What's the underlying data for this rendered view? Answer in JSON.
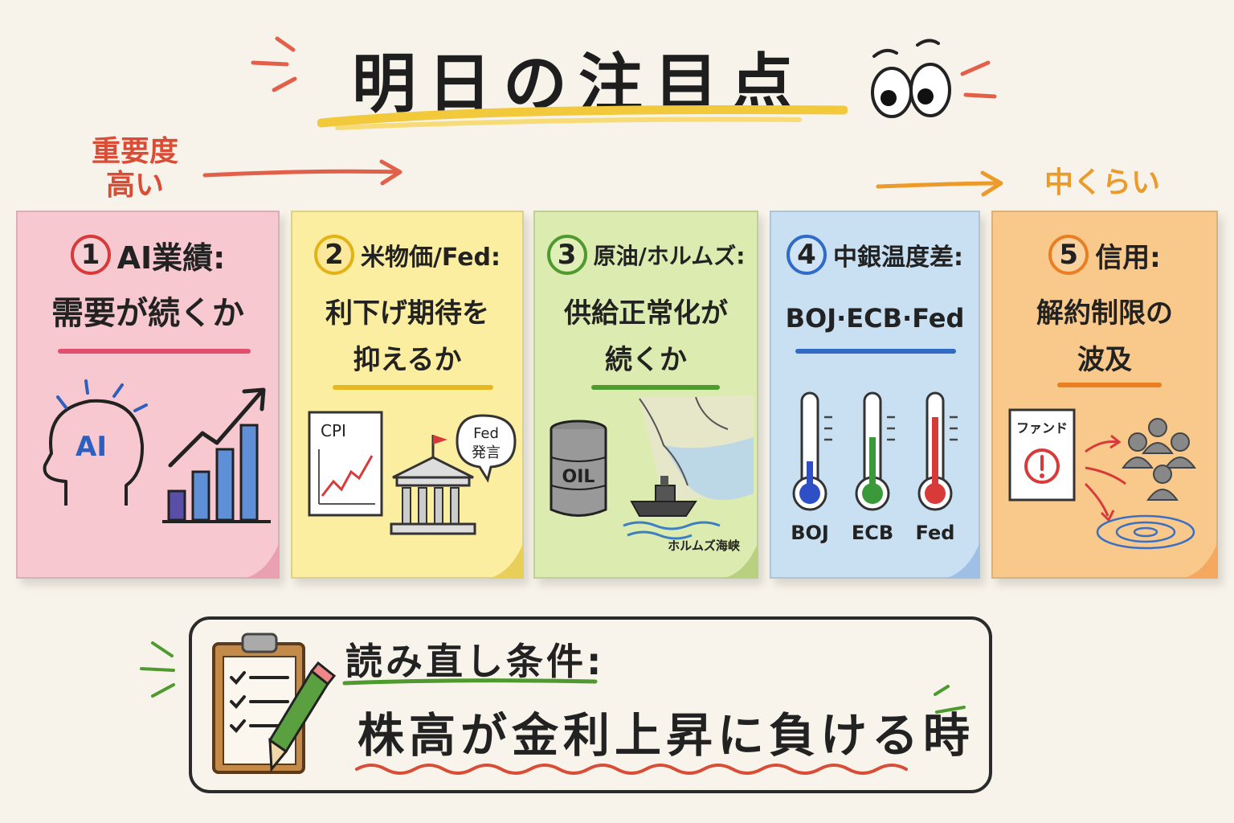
{
  "title": "明日の注目点",
  "importance": {
    "high": "重要度\n高い",
    "high_line1": "重要度",
    "high_line2": "高い",
    "medium": "中くらい"
  },
  "cards": [
    {
      "number": "1",
      "heading": "AI業績:",
      "sub_lines": [
        "需要が続くか"
      ],
      "illustration": {
        "head_label": "AI",
        "icons": [
          "ai-head-icon",
          "bar-chart-icon",
          "trend-arrow-icon"
        ]
      },
      "color": "#f7c8d0",
      "accent": "#d83a3a"
    },
    {
      "number": "2",
      "heading": "米物価/Fed:",
      "sub_lines": [
        "利下げ期待を",
        "抑えるか"
      ],
      "illustration": {
        "cpi_label": "CPI",
        "bubble_line1": "Fed",
        "bubble_line2": "発言",
        "icons": [
          "cpi-chart-icon",
          "central-bank-icon",
          "speech-bubble-icon"
        ]
      },
      "color": "#fbeea0",
      "accent": "#e3b316"
    },
    {
      "number": "3",
      "heading": "原油/ホルムズ:",
      "sub_lines": [
        "供給正常化が",
        "続くか"
      ],
      "illustration": {
        "barrel_label": "OIL",
        "map_label": "ホルムズ海峡",
        "icons": [
          "oil-barrel-icon",
          "tanker-ship-icon",
          "map-icon"
        ]
      },
      "color": "#dcebb0",
      "accent": "#4f9a2f"
    },
    {
      "number": "4",
      "heading": "中銀温度差:",
      "sub_lines": [
        "BOJ·ECB·Fed"
      ],
      "illustration": {
        "thermometers": [
          {
            "label": "BOJ",
            "level": 0.25,
            "color": "#2f4fc7"
          },
          {
            "label": "ECB",
            "level": 0.55,
            "color": "#3a9a3a"
          },
          {
            "label": "Fed",
            "level": 0.8,
            "color": "#d83a3a"
          }
        ]
      },
      "color": "#c9e0f3",
      "accent": "#2f6bc7"
    },
    {
      "number": "5",
      "heading": "信用:",
      "sub_lines": [
        "解約制限の",
        "波及"
      ],
      "illustration": {
        "doc_label": "ファンド",
        "icons": [
          "fund-document-icon",
          "warning-icon",
          "people-icon",
          "ripple-icon"
        ]
      },
      "color": "#f9c98c",
      "accent": "#ea7e22"
    }
  ],
  "reread": {
    "title": "読み直し条件:",
    "condition": "株高が金利上昇に負ける時",
    "icons": [
      "clipboard-checklist-icon",
      "pencil-icon"
    ]
  },
  "decor": {
    "eyes": "eyes-icon"
  }
}
